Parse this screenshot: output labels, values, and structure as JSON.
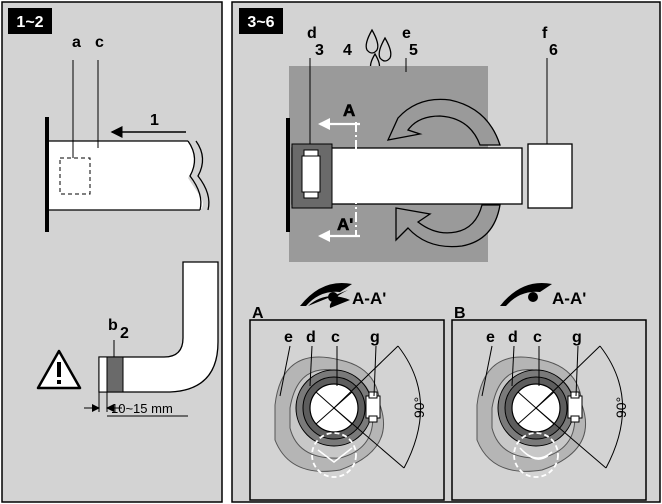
{
  "panels": {
    "left": {
      "badge": "1~2",
      "labels": {
        "a": "a",
        "c": "c",
        "b": "b",
        "step1": "1",
        "step2": "2"
      },
      "dimension": "10~15 mm"
    },
    "right": {
      "badge": "3~6",
      "labels": {
        "d": "d",
        "e": "e",
        "f": "f",
        "step3": "3",
        "step4": "4",
        "step5": "5",
        "step6": "6",
        "A": "A",
        "A_prime": "A'"
      },
      "sections": [
        {
          "letter": "A",
          "view": "A-A'",
          "labels": [
            "e",
            "d",
            "c",
            "g"
          ],
          "angle": "90°"
        },
        {
          "letter": "B",
          "view": "A-A'",
          "labels": [
            "e",
            "d",
            "c",
            "g"
          ],
          "angle": "90°"
        }
      ]
    }
  },
  "colors": {
    "panel_bg": "#d3d3d3",
    "badge_bg": "#000000",
    "insulation": "#9a9a9a",
    "pipe": "#ffffff",
    "tape": "#6a6a6a"
  }
}
